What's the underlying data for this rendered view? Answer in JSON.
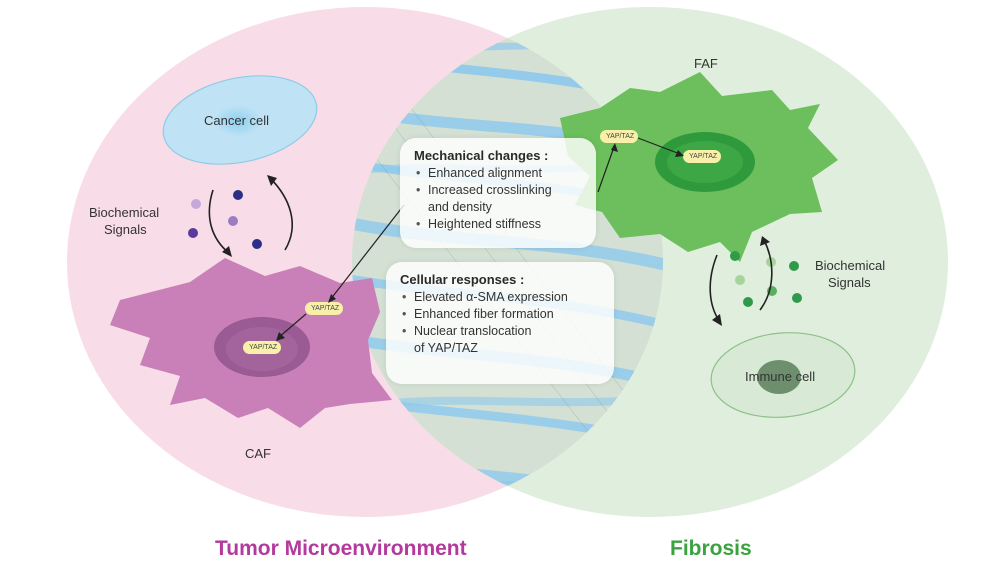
{
  "labels": {
    "cancer_cell": "Cancer cell",
    "immune_cell": "Immune cell",
    "biochem_left_1": "Biochemical",
    "biochem_left_2": "Signals",
    "biochem_right_1": "Biochemical",
    "biochem_right_2": "Signals",
    "caf": "CAF",
    "faf": "FAF",
    "yap_caf_cytoplasm": "YAP/TAZ",
    "yap_caf_nucleus": "YAP/TAZ",
    "yap_faf_cytoplasm": "YAP/TAZ",
    "yap_faf_nucleus": "YAP/TAZ"
  },
  "mechanical": {
    "title": "Mechanical changes :",
    "items": [
      "Enhanced alignment",
      "Increased crosslinking",
      "and density",
      "Heightened stiffness"
    ]
  },
  "cellular": {
    "title": "Cellular responses :",
    "items": [
      "Elevated α-SMA expression",
      "Enhanced fiber formation",
      "Nuclear translocation",
      "of YAP/TAZ"
    ]
  },
  "titles": {
    "tumor": "Tumor Microenvironment",
    "fibrosis": "Fibrosis"
  },
  "colors": {
    "tumor_bg": "#f8dde8",
    "fibrosis_bg": "#dfeedd",
    "overlap_bg": "#d5e2d6",
    "fiber": "#8ec9ec",
    "caf_body": "#c980b8",
    "caf_nucleus": "#9a5a93",
    "faf_body": "#6cbf5c",
    "faf_nucleus": "#2e9a3c",
    "cancer_cell": "#bfe3f5",
    "immune_cell": "#d8ead6",
    "yap_pill": "#f8f0a8",
    "tumor_title": "#b33a9c",
    "fibrosis_title": "#3aa33f"
  }
}
